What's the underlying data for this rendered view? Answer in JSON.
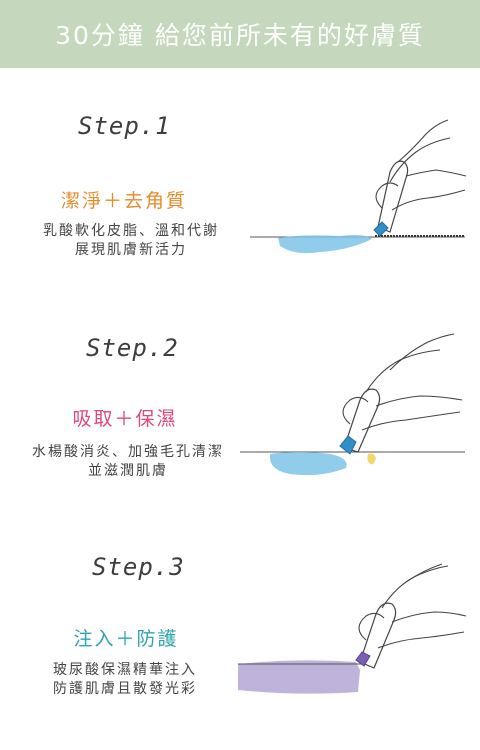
{
  "header": {
    "title": "30分鐘 給您前所未有的好膚質"
  },
  "steps": [
    {
      "label": "Step.1",
      "title": "潔淨＋去角質",
      "desc_line1": "乳酸軟化皮脂、溫和代謝",
      "desc_line2": "展現肌膚新活力",
      "color": "#e88a2a",
      "illustration": "hand-with-blue-tip-device-icon"
    },
    {
      "label": "Step.2",
      "title": "吸取＋保濕",
      "desc_line1": "水楊酸消炎、加強毛孔清潔",
      "desc_line2": "並滋潤肌膚",
      "color": "#e0487a",
      "illustration": "hand-with-suction-device-icon"
    },
    {
      "label": "Step.3",
      "title": "注入＋防護",
      "desc_line1": "玻尿酸保濕精華注入",
      "desc_line2": "防護肌膚且散發光彩",
      "color": "#2ea5b0",
      "illustration": "hand-with-purple-tip-device-icon"
    }
  ],
  "colors": {
    "header_bg": "#c5d8bd",
    "water_blue": "#7ec3e6",
    "water_purple": "#b4a6d6"
  }
}
